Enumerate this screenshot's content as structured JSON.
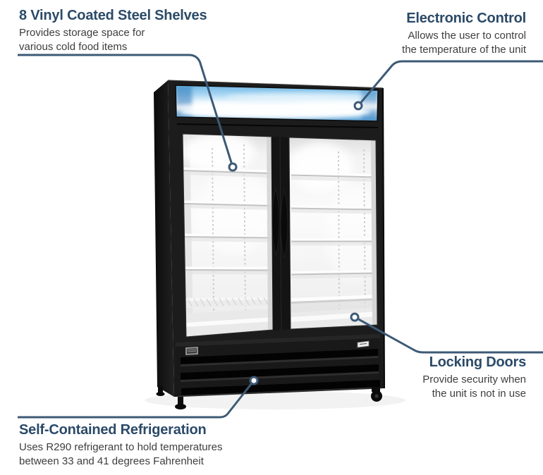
{
  "colors": {
    "accent": "#2b4a68",
    "line": "#3d5a76",
    "body_text": "#3e3e3e",
    "cabinet_black": "#1c1c1c",
    "banner_sky_blue": "#5aa0d6"
  },
  "callouts": {
    "shelves": {
      "title": "8 Vinyl Coated Steel Shelves",
      "desc": [
        "Provides storage space for",
        "various cold food items"
      ]
    },
    "electronic_control": {
      "title": "Electronic Control",
      "desc": [
        "Allows the user to control",
        "the temperature of the unit"
      ]
    },
    "locking_doors": {
      "title": "Locking Doors",
      "desc": [
        "Provide security when",
        "the unit is not in use"
      ]
    },
    "refrigeration": {
      "title": "Self-Contained Refrigeration",
      "desc": [
        "Uses R290 refrigerant to hold temperatures",
        "between 33 and 41 degrees Fahrenheit"
      ]
    }
  },
  "figure": {
    "name": "two-glass-door-merchandiser-refrigerator"
  }
}
